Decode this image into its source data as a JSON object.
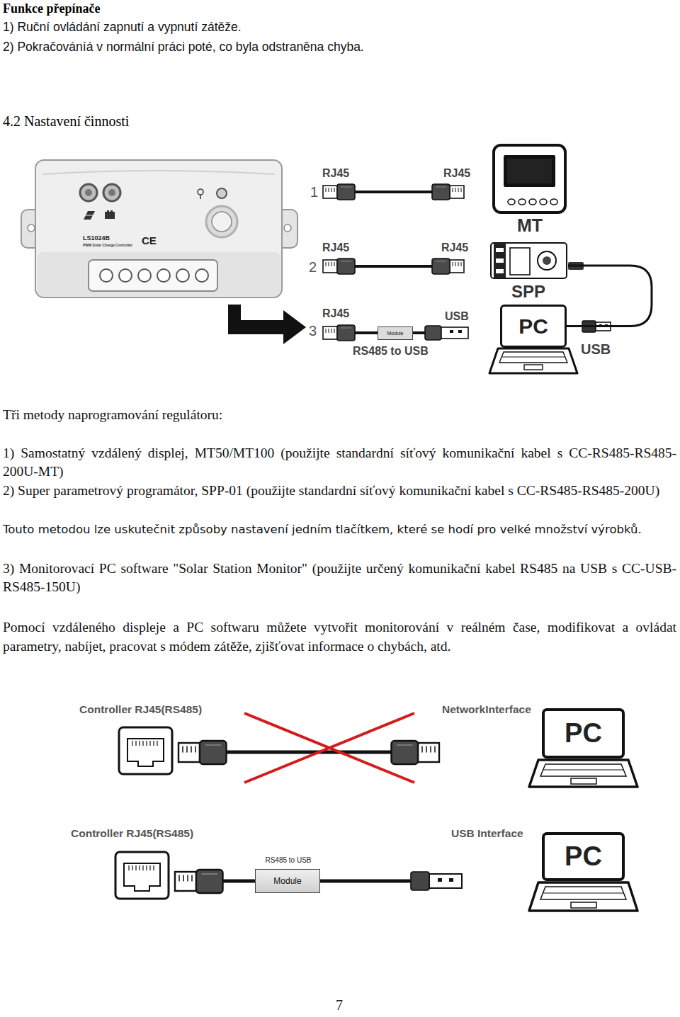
{
  "diagram": {
    "nodes": [
      {
        "text": [
          "LS1024B",
          "PWM Solar Charge Controller",
          "CE"
        ]
      },
      {
        "text": [
          "MT"
        ]
      },
      {
        "text": [
          "SPP"
        ]
      },
      {
        "text": [
          "Module"
        ]
      },
      {
        "text": [
          "PC"
        ]
      },
      {
        "text": [
          "PC"
        ]
      },
      {
        "text": [
          "RS485 to USB",
          "Module"
        ]
      },
      {
        "text": [
          "PC"
        ]
      }
    ],
    "edges": [
      {
        "from": 2,
        "to": 4,
        "arrow": "none"
      }
    ],
    "labels": [
      "Funkce přepínače",
      "1) Ruční ovládání zapnutí a vypnutí zátěže.",
      "2) Pokračováníá v normální práci poté, co byla odstraněna chyba.",
      "4.2 Nastavení činnosti",
      "RJ45",
      "RJ45",
      "1",
      "RJ45",
      "RJ45",
      "2",
      "RJ45",
      "USB",
      "3",
      "RS485 to USB",
      "USB",
      "Tři metody naprogramování regulátoru:",
      "1) Samostatný vzdálený displej, MT50/MT100 (použijte standardní síťový komunikační kabel s CC-RS485-RS485-200U-MT)",
      "2) Super parametrový programátor, SPP-01 (použijte standardní síťový komunikační kabel s CC-RS485-RS485-200U)",
      "Touto metodou lze uskutečnit způsoby nastavení jedním tlačítkem, které se hodí pro velké množství výrobků.",
      "3) Monitorovací PC software \"Solar Station Monitor\" (použijte určený komunikační kabel RS485 na USB s CC-USB-RS485-150U)",
      "Pomocí vzdáleného displeje a PC softwaru můžete vytvořit monitorování v reálném čase, modifikovat a ovládat parametry, nabíjet, pracovat s módem zátěže, zjišťovat informace o chybách, atd.",
      "Controller RJ45(RS485)",
      "NetworkInterface",
      "Controller RJ45(RS485)",
      "USB Interface",
      "7"
    ]
  }
}
